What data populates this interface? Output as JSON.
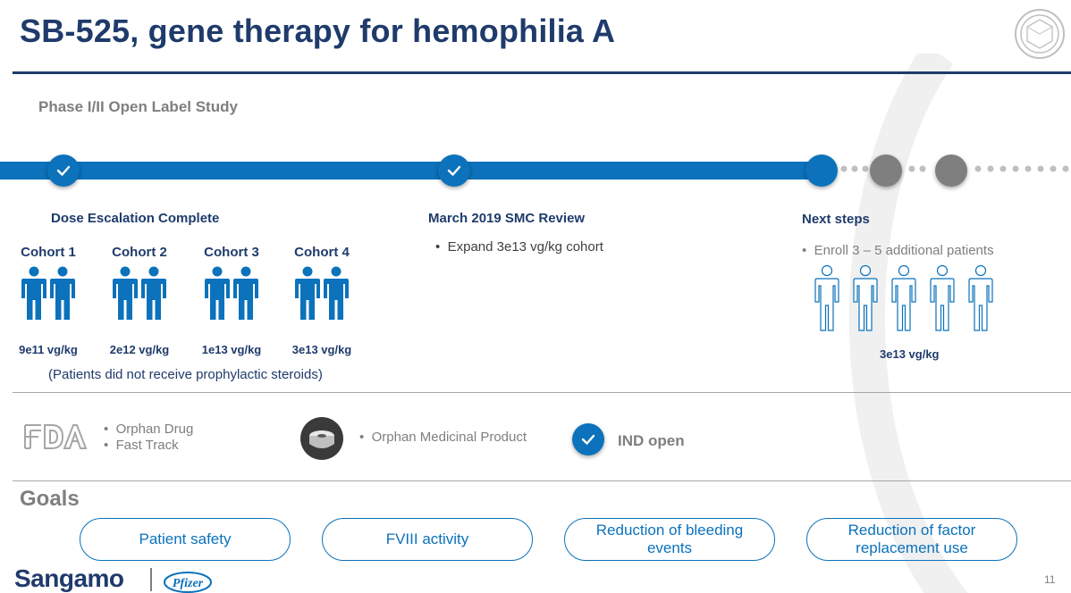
{
  "slide": {
    "title": "SB-525, gene therapy for hemophilia A",
    "subtitle": "Phase I/II Open Label Study",
    "page_number": "11"
  },
  "timeline": {
    "milestones": [
      {
        "status": "complete"
      },
      {
        "status": "complete"
      },
      {
        "status": "current"
      },
      {
        "status": "upcoming"
      },
      {
        "status": "upcoming"
      }
    ],
    "dose_escalation": {
      "heading": "Dose Escalation Complete",
      "cohorts": [
        {
          "label": "Cohort  1",
          "patients": 2,
          "dose": "9e11 vg/kg"
        },
        {
          "label": "Cohort  2",
          "patients": 2,
          "dose": "2e12 vg/kg"
        },
        {
          "label": "Cohort  3",
          "patients": 2,
          "dose": "1e13 vg/kg"
        },
        {
          "label": "Cohort  4",
          "patients": 2,
          "dose": "3e13 vg/kg"
        }
      ],
      "note": "(Patients did not receive prophylactic steroids)"
    },
    "smc_review": {
      "heading": "March 2019 SMC Review",
      "bullet": "Expand 3e13 vg/kg cohort"
    },
    "next_steps": {
      "heading": "Next steps",
      "bullet": "Enroll 3 – 5 additional patients",
      "patients": 5,
      "dose": "3e13 vg/kg"
    }
  },
  "regulatory": {
    "fda_logo": "FDA",
    "fda_items": [
      "Orphan Drug",
      "Fast Track"
    ],
    "ema_item": "Orphan Medicinal Product",
    "ind_status": "IND open"
  },
  "goals": {
    "title": "Goals",
    "items": [
      "Patient safety",
      "FVIII activity",
      "Reduction of bleeding events",
      "Reduction of factor replacement use"
    ]
  },
  "branding": {
    "company": "Sangamo",
    "partner": "Pfizer"
  },
  "colors": {
    "primary_blue": "#0b72bb",
    "navy": "#1f3b6b",
    "grey": "#7f7f7f"
  }
}
